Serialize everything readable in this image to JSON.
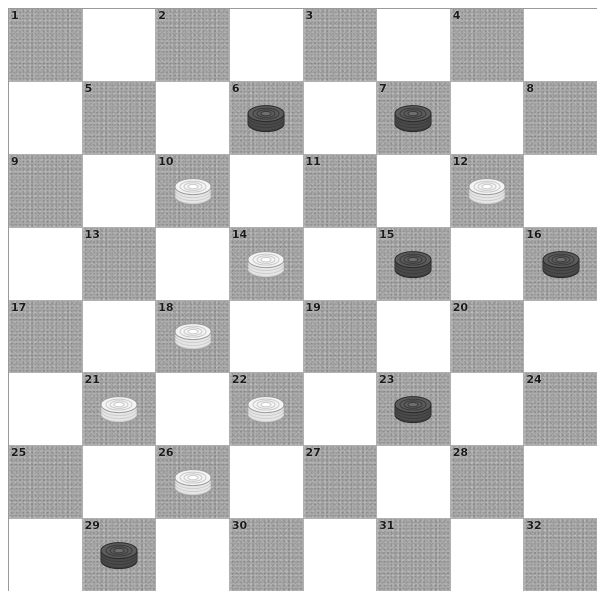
{
  "board": {
    "rows": 8,
    "cols": 8,
    "colors": {
      "dark_square": "#a9a9a9",
      "light_square": "#ffffff",
      "dark_piece": "#4a4a4a",
      "light_piece": "#e6e6e6"
    },
    "squares": [
      {
        "n": "1"
      },
      {
        "n": "2"
      },
      {
        "n": "3"
      },
      {
        "n": "4"
      },
      {
        "n": "5"
      },
      {
        "n": "6",
        "piece": "dark"
      },
      {
        "n": "7",
        "piece": "dark"
      },
      {
        "n": "8"
      },
      {
        "n": "9"
      },
      {
        "n": "10",
        "piece": "light"
      },
      {
        "n": "11"
      },
      {
        "n": "12",
        "piece": "light"
      },
      {
        "n": "13"
      },
      {
        "n": "14",
        "piece": "light"
      },
      {
        "n": "15",
        "piece": "dark"
      },
      {
        "n": "16",
        "piece": "dark"
      },
      {
        "n": "17"
      },
      {
        "n": "18",
        "piece": "light"
      },
      {
        "n": "19"
      },
      {
        "n": "20"
      },
      {
        "n": "21",
        "piece": "light"
      },
      {
        "n": "22",
        "piece": "light"
      },
      {
        "n": "23",
        "piece": "dark"
      },
      {
        "n": "24"
      },
      {
        "n": "25"
      },
      {
        "n": "26",
        "piece": "light"
      },
      {
        "n": "27"
      },
      {
        "n": "28"
      },
      {
        "n": "29",
        "piece": "dark"
      },
      {
        "n": "30"
      },
      {
        "n": "31"
      },
      {
        "n": "32"
      }
    ]
  }
}
